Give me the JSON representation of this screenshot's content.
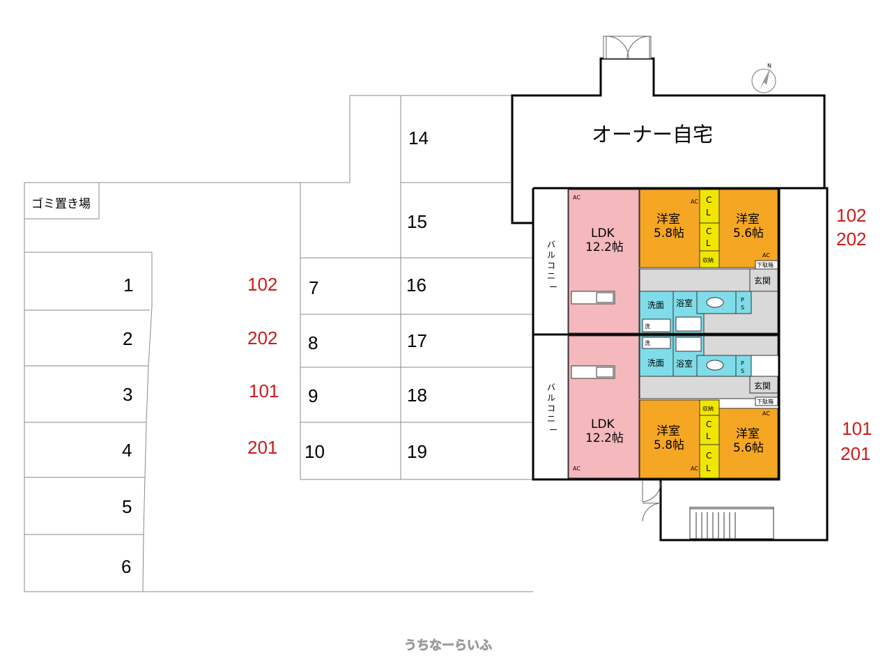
{
  "parking": {
    "left": [
      "1",
      "2",
      "3",
      "4",
      "5",
      "6"
    ],
    "middle": [
      "7",
      "8",
      "9",
      "10"
    ],
    "right": [
      "14",
      "15",
      "16",
      "17",
      "18",
      "19"
    ],
    "assignments": [
      "102",
      "202",
      "101",
      "201"
    ]
  },
  "garbage_label": "ゴミ置き場",
  "owner_label": "オーナー自宅",
  "units": {
    "upper_label": [
      "102",
      "202"
    ],
    "lower_label": [
      "101",
      "201"
    ]
  },
  "rooms": {
    "ldk": "LDK",
    "ldk_size": "12.2帖",
    "western": "洋室",
    "size_a": "5.8帖",
    "size_b": "5.6帖",
    "closet": "C",
    "closet2": "L",
    "storage": "収納",
    "entrance": "玄関",
    "shoe_box": "下駄箱",
    "washroom": "洗面",
    "bathroom": "浴室",
    "washer": "洗",
    "ps1": "P",
    "ps2": "S",
    "ac": "AC",
    "balcony": [
      "バ",
      "ル",
      "コ",
      "ニ",
      "ー"
    ]
  },
  "compass": "N",
  "watermark": "うちなーらいふ",
  "colors": {
    "ldk": "#f4b8bd",
    "western": "#f5a623",
    "closet": "#f2e600",
    "wet": "#7fdce8",
    "hall": "#d9d9d9",
    "red": "#cc1a1a"
  }
}
